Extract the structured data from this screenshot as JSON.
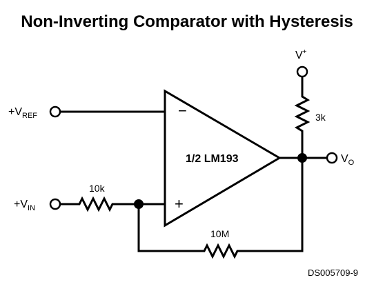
{
  "title": "Non-Inverting Comparator with Hysteresis",
  "labels": {
    "vplus": {
      "base": "V",
      "sup": "+"
    },
    "vref": {
      "prefix": "+",
      "base": "V",
      "sub": "REF"
    },
    "vin": {
      "prefix": "+",
      "base": "V",
      "sub": "IN"
    },
    "vo": {
      "base": "V",
      "sub": "O"
    },
    "inverting": "−",
    "noninverting": "+",
    "opamp": "1/2 LM193",
    "r_pullup": "3k",
    "r_input": "10k",
    "r_feedback": "10M",
    "doc_id": "DS005709-9"
  }
}
